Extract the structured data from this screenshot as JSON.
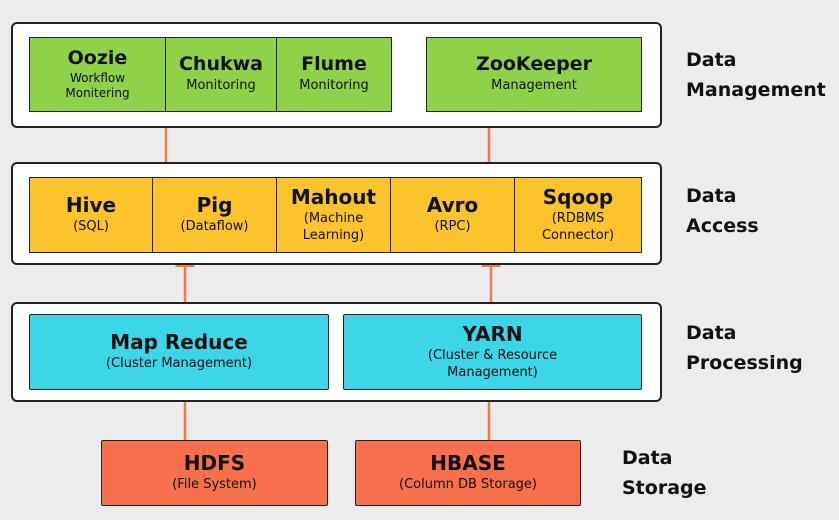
{
  "layers": {
    "management": {
      "label_line1": "Data",
      "label_line2": "Management",
      "boxes": [
        {
          "title": "Oozie",
          "sub_line1": "Workflow",
          "sub_line2": "Monitering"
        },
        {
          "title": "Chukwa",
          "sub": "Monitoring"
        },
        {
          "title": "Flume",
          "sub": "Monitoring"
        },
        {
          "title": "ZooKeeper",
          "sub": "Management"
        }
      ]
    },
    "access": {
      "label_line1": "Data",
      "label_line2": "Access",
      "boxes": [
        {
          "title": "Hive",
          "sub": "(SQL)"
        },
        {
          "title": "Pig",
          "sub": "(Dataflow)"
        },
        {
          "title": "Mahout",
          "sub_line1": "(Machine",
          "sub_line2": "Learning)"
        },
        {
          "title": "Avro",
          "sub": "(RPC)"
        },
        {
          "title": "Sqoop",
          "sub_line1": "(RDBMS",
          "sub_line2": "Connector)"
        }
      ]
    },
    "processing": {
      "label_line1": "Data",
      "label_line2": "Processing",
      "boxes": [
        {
          "title": "Map Reduce",
          "sub": "(Cluster Management)"
        },
        {
          "title": "YARN",
          "sub_line1": "(Cluster & Resource",
          "sub_line2": "Management)"
        }
      ]
    },
    "storage": {
      "label_line1": "Data",
      "label_line2": "Storage",
      "boxes": [
        {
          "title": "HDFS",
          "sub": "(File System)"
        },
        {
          "title": "HBASE",
          "sub": "(Column DB Storage)"
        }
      ]
    }
  },
  "colors": {
    "management": "#8fd24a",
    "access": "#fbc42d",
    "processing": "#3dd5e8",
    "storage": "#f8704b",
    "arrow": "#f07a4f"
  }
}
